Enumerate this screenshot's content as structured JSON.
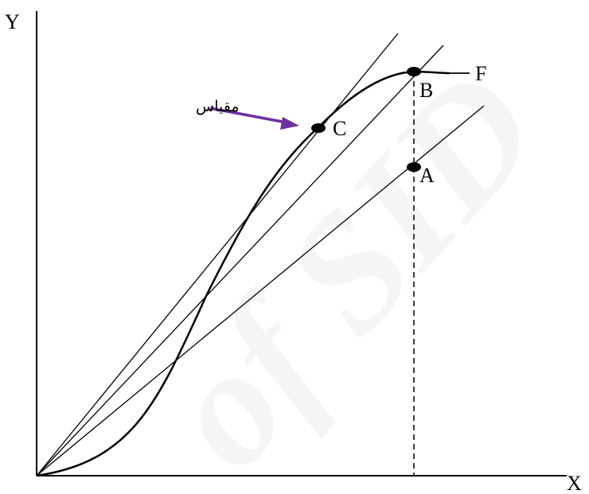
{
  "axes": {
    "x_label": "X",
    "y_label": "Y"
  },
  "points": {
    "a": "A",
    "b": "B",
    "c": "C",
    "f": "F"
  },
  "annotation": {
    "text": "مقیاس",
    "arrow_color": "#7030a0"
  },
  "watermark": {
    "text": "of SID"
  }
}
